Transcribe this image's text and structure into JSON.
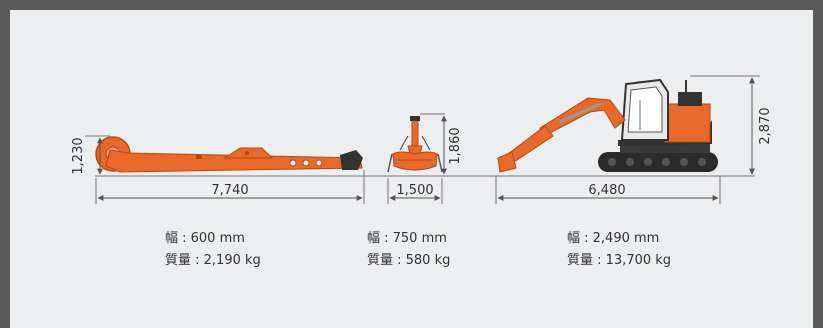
{
  "colors": {
    "background": "#595959",
    "panel": "#eceef0",
    "machine_orange": "#e8692a",
    "machine_dark": "#2b2b2b",
    "dimension_line": "#555555",
    "text": "#333333"
  },
  "attachment1": {
    "name_icon": "long-boom-arm-icon",
    "height_dim": "1,230",
    "length_dim": "7,740",
    "width_spec": "幅 : 600 mm",
    "mass_spec": "質量 : 2,190 kg"
  },
  "attachment2": {
    "name_icon": "grapple-bucket-icon",
    "height_dim": "1,860",
    "width_dim": "1,500",
    "width_spec": "幅 : 750 mm",
    "mass_spec": "質量 : 580 kg"
  },
  "machine": {
    "name_icon": "excavator-icon",
    "height_dim": "2,870",
    "length_dim": "6,480",
    "width_spec": "幅 : 2,490 mm",
    "mass_spec": "質量 : 13,700 kg"
  }
}
